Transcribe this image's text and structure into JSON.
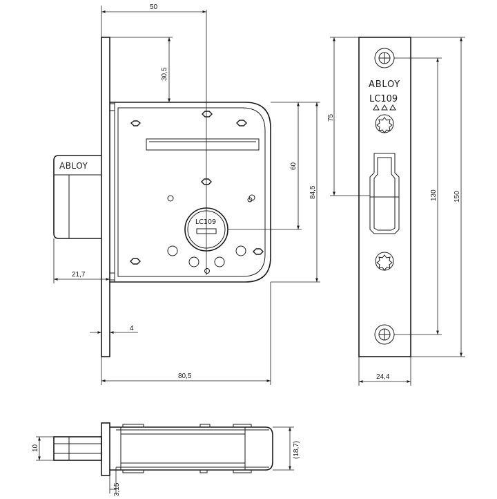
{
  "drawing": {
    "bolt_brand": "ABLOY",
    "cylinder_label": "LC109",
    "faceplate_brand": "ABLOY",
    "faceplate_model": "LC109"
  },
  "dimensions": {
    "d50": "50",
    "d30_5": "30,5",
    "d60": "60",
    "d84_5": "84,5",
    "d21_7": "21,7",
    "d4": "4",
    "d80_5": "80,5",
    "d75": "75",
    "d130": "130",
    "d150": "150",
    "d24_4": "24,4",
    "d10": "10",
    "d18_7": "(18,7)",
    "d3_15": "3,15"
  }
}
